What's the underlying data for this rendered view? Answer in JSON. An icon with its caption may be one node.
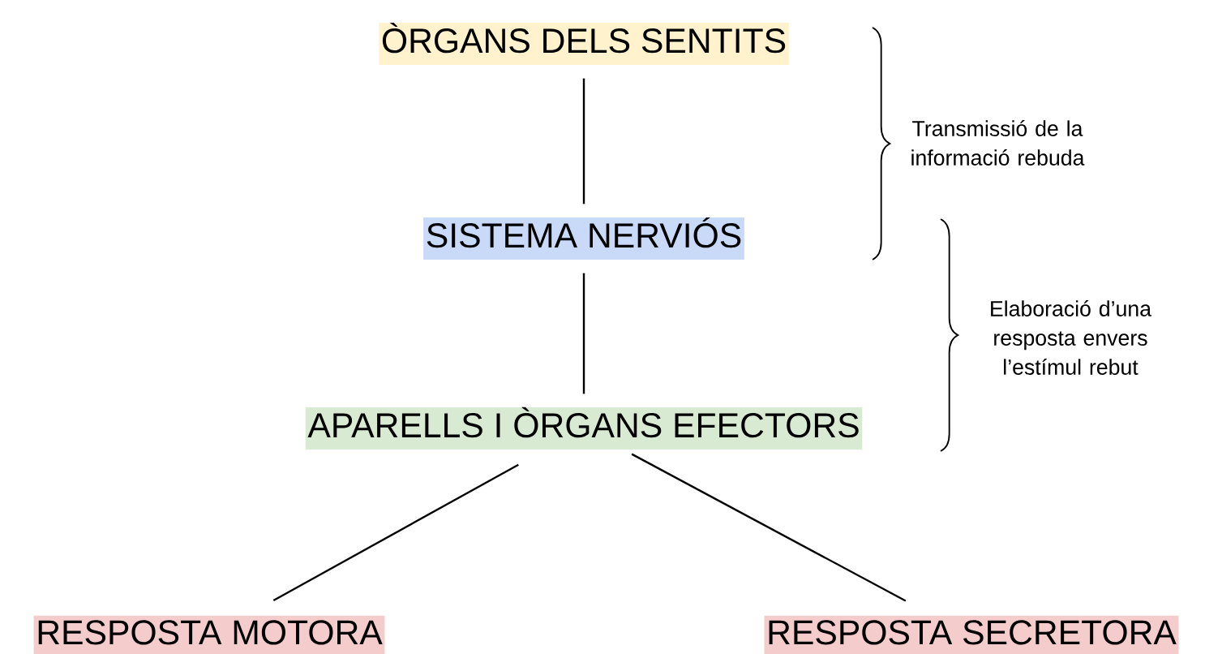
{
  "diagram": {
    "nodes": [
      {
        "text": [
          "ÒRGANS DELS SENTITS"
        ]
      },
      {
        "text": [
          "SISTEMA NERVIÓS"
        ]
      },
      {
        "text": [
          "APARELLS I ÒRGANS EFECTORS"
        ]
      },
      {
        "text": [
          "RESPOSTA MOTORA"
        ]
      },
      {
        "text": [
          "RESPOSTA SECRETORA"
        ]
      }
    ],
    "edges": [
      {
        "from": 0,
        "to": 1,
        "arrow": "none"
      },
      {
        "from": 1,
        "to": 2,
        "arrow": "none"
      },
      {
        "from": 2,
        "to": 3,
        "arrow": "none"
      },
      {
        "from": 2,
        "to": 4,
        "arrow": "none"
      }
    ],
    "labels": [
      "Transmissió de la informació rebuda",
      "Elaboració d’una resposta envers l’estímul rebut"
    ]
  }
}
